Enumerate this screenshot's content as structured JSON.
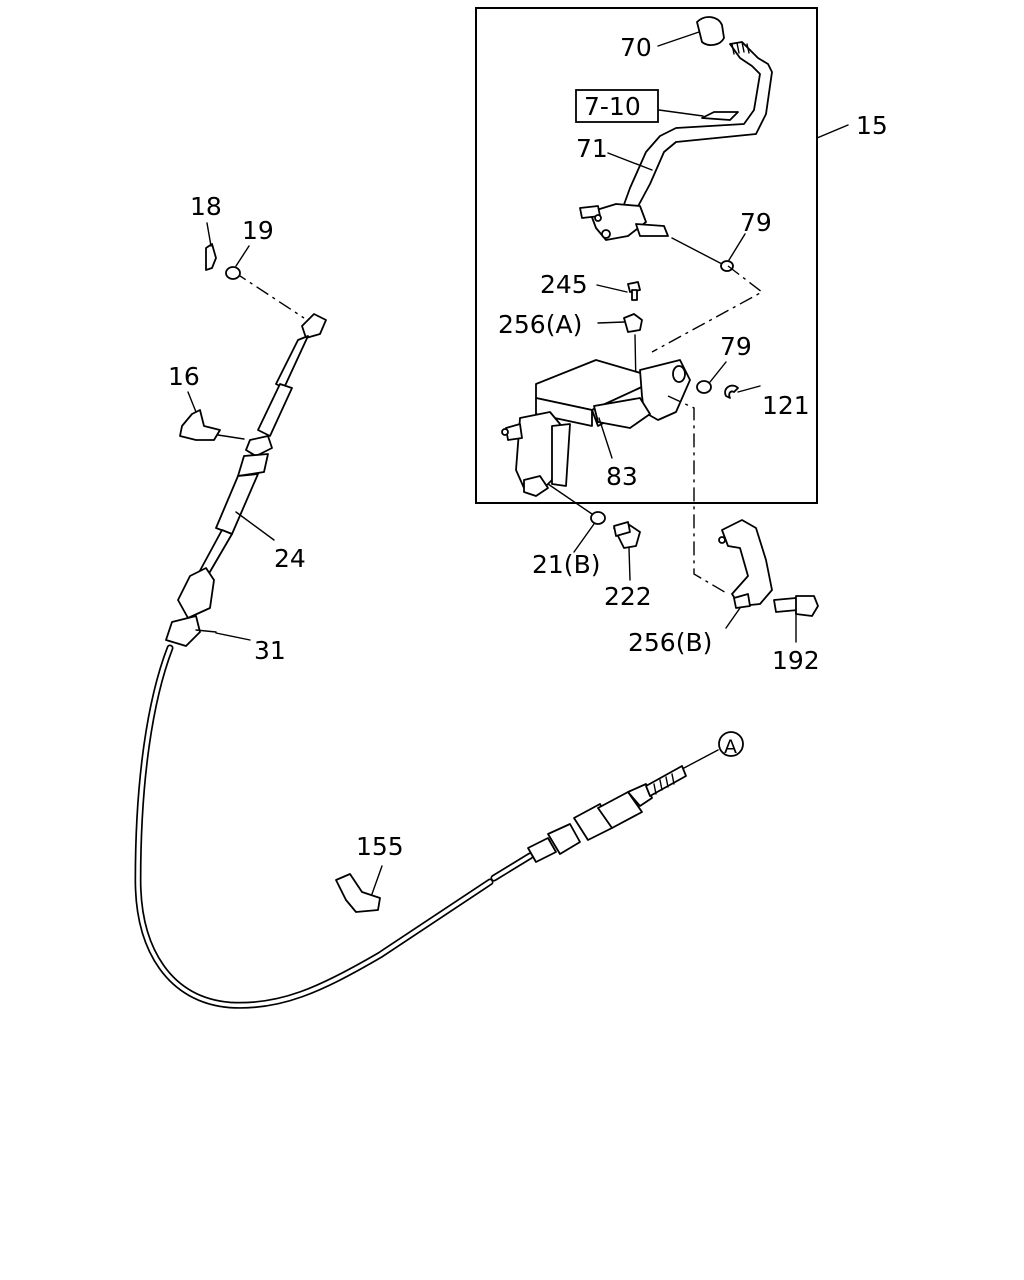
{
  "diagram": {
    "callouts": {
      "c70": "70",
      "c7_10": "7-10",
      "c71": "71",
      "c15": "15",
      "c79a": "79",
      "c245": "245",
      "c256a": "256(A)",
      "c79b": "79",
      "c121": "121",
      "c83": "83",
      "c21b": "21(B)",
      "c222": "222",
      "c256b": "256(B)",
      "c192": "192",
      "c18": "18",
      "c19": "19",
      "c16": "16",
      "c24": "24",
      "c31": "31",
      "c155": "155",
      "cA": "A"
    }
  }
}
